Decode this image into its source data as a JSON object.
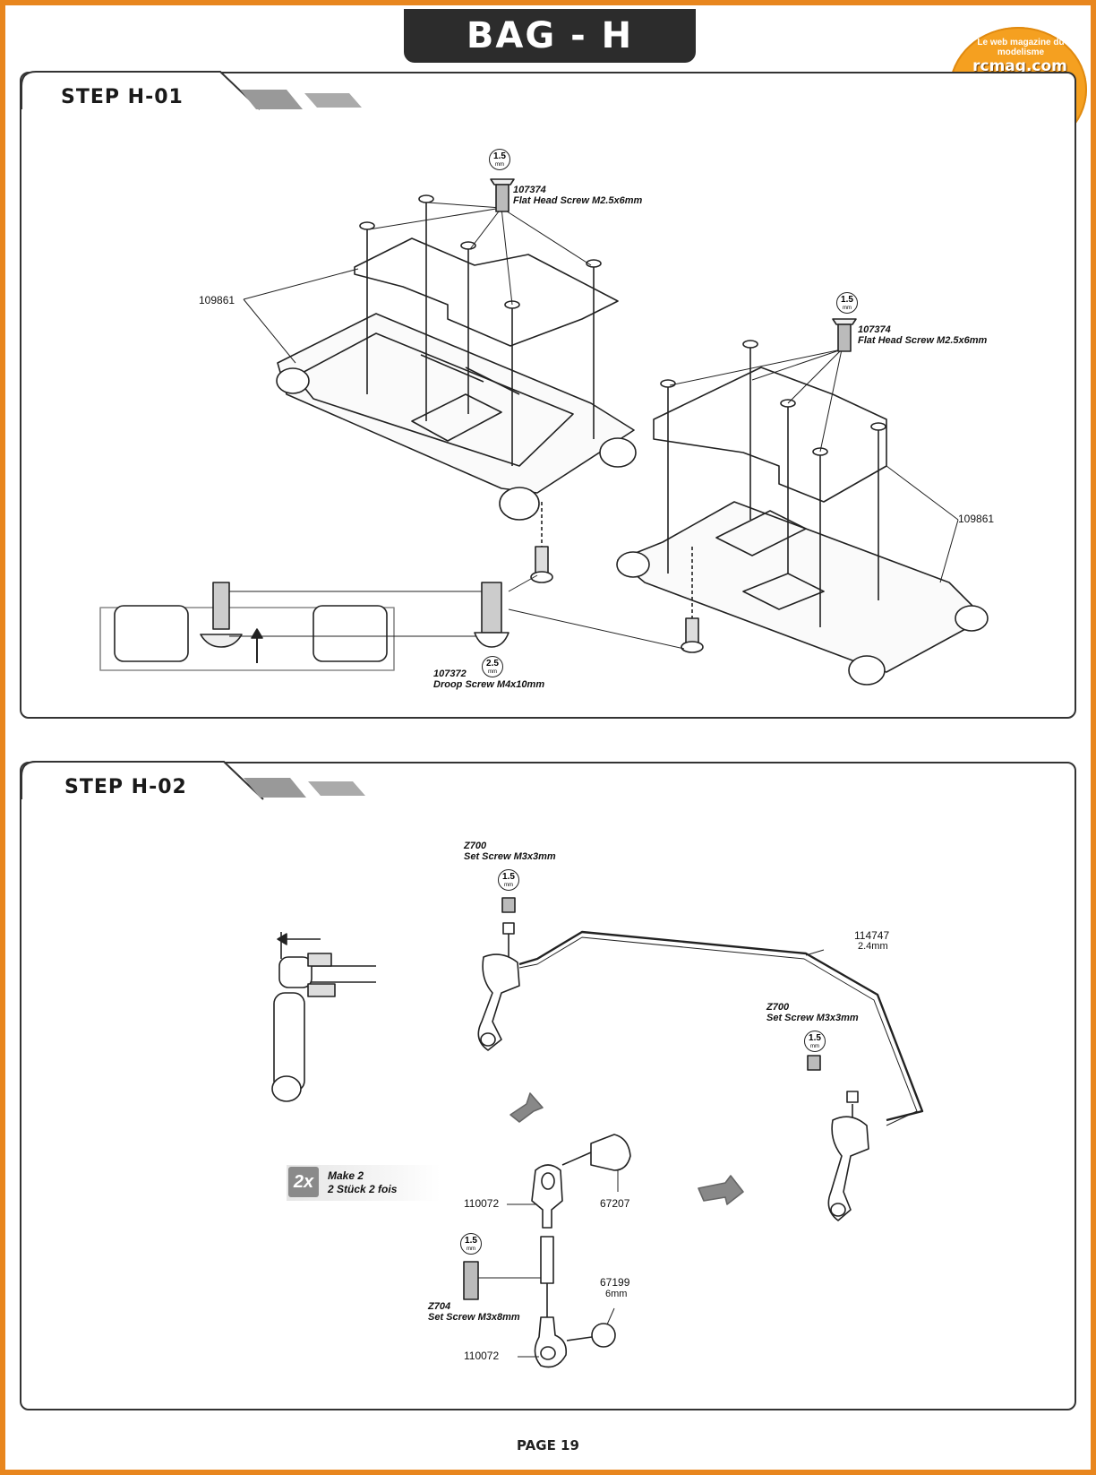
{
  "header": {
    "bag_title": "BAG - H"
  },
  "logo": {
    "tagline": "Le web magazine du modelisme",
    "site": "rcmag.com"
  },
  "step1": {
    "title": "STEP H-01",
    "callouts": {
      "arm_part_left": "109861",
      "arm_part_right": "109861",
      "screw_top_code": "107374",
      "screw_top_name": "Flat Head Screw M2.5x6mm",
      "screw_top_tool": "1.5",
      "screw_right_code": "107374",
      "screw_right_name": "Flat Head Screw M2.5x6mm",
      "screw_right_tool": "1.5",
      "droop_code": "107372",
      "droop_name": "Droop Screw M4x10mm",
      "droop_tool": "2.5",
      "tool_unit": "mm"
    }
  },
  "step2": {
    "title": "STEP H-02",
    "callouts": {
      "setscrew_a_code": "Z700",
      "setscrew_a_name": "Set Screw M3x3mm",
      "setscrew_a_tool": "1.5",
      "setscrew_b_code": "Z700",
      "setscrew_b_name": "Set Screw M3x3mm",
      "setscrew_b_tool": "1.5",
      "wire_code": "114747",
      "wire_size": "2.4mm",
      "rod_end_top": "110072",
      "rod_end_bottom": "110072",
      "pivot": "67207",
      "ball_code": "67199",
      "ball_size": "6mm",
      "setscrew_c_code": "Z704",
      "setscrew_c_name": "Set Screw M3x8mm",
      "setscrew_c_tool": "1.5",
      "tool_unit": "mm"
    },
    "make": {
      "count": "2x",
      "line1": "Make 2",
      "line2": "2 Stück   2 fois"
    }
  },
  "footer": {
    "page": "PAGE 19"
  },
  "colors": {
    "frame": "#e8861e",
    "tab": "#2c2c2c",
    "logo": "#f5a020"
  }
}
